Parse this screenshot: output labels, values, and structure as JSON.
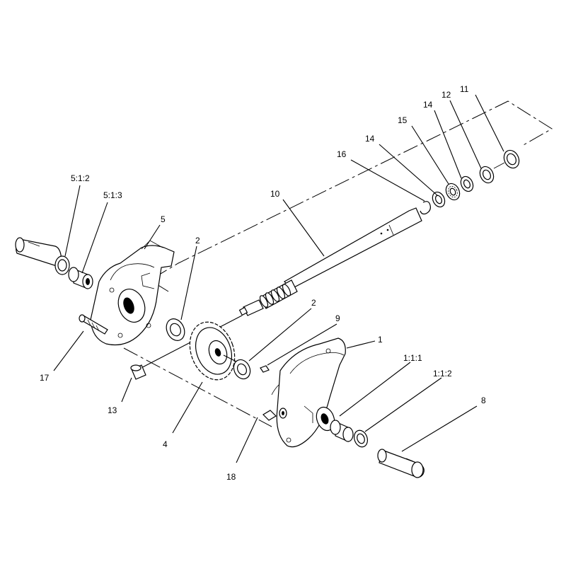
{
  "callouts": [
    {
      "id": "c-11",
      "text": "11"
    },
    {
      "id": "c-12",
      "text": "12"
    },
    {
      "id": "c-14a",
      "text": "14"
    },
    {
      "id": "c-15",
      "text": "15"
    },
    {
      "id": "c-14b",
      "text": "14"
    },
    {
      "id": "c-16",
      "text": "16"
    },
    {
      "id": "c-10",
      "text": "10"
    },
    {
      "id": "c-512",
      "text": "5:1:2"
    },
    {
      "id": "c-513",
      "text": "5:1:3"
    },
    {
      "id": "c-5",
      "text": "5"
    },
    {
      "id": "c-2a",
      "text": "2"
    },
    {
      "id": "c-2b",
      "text": "2"
    },
    {
      "id": "c-9",
      "text": "9"
    },
    {
      "id": "c-1",
      "text": "1"
    },
    {
      "id": "c-111",
      "text": "1:1:1"
    },
    {
      "id": "c-112",
      "text": "1:1:2"
    },
    {
      "id": "c-8",
      "text": "8"
    },
    {
      "id": "c-17",
      "text": "17"
    },
    {
      "id": "c-13",
      "text": "13"
    },
    {
      "id": "c-4",
      "text": "4"
    },
    {
      "id": "c-18",
      "text": "18"
    }
  ]
}
